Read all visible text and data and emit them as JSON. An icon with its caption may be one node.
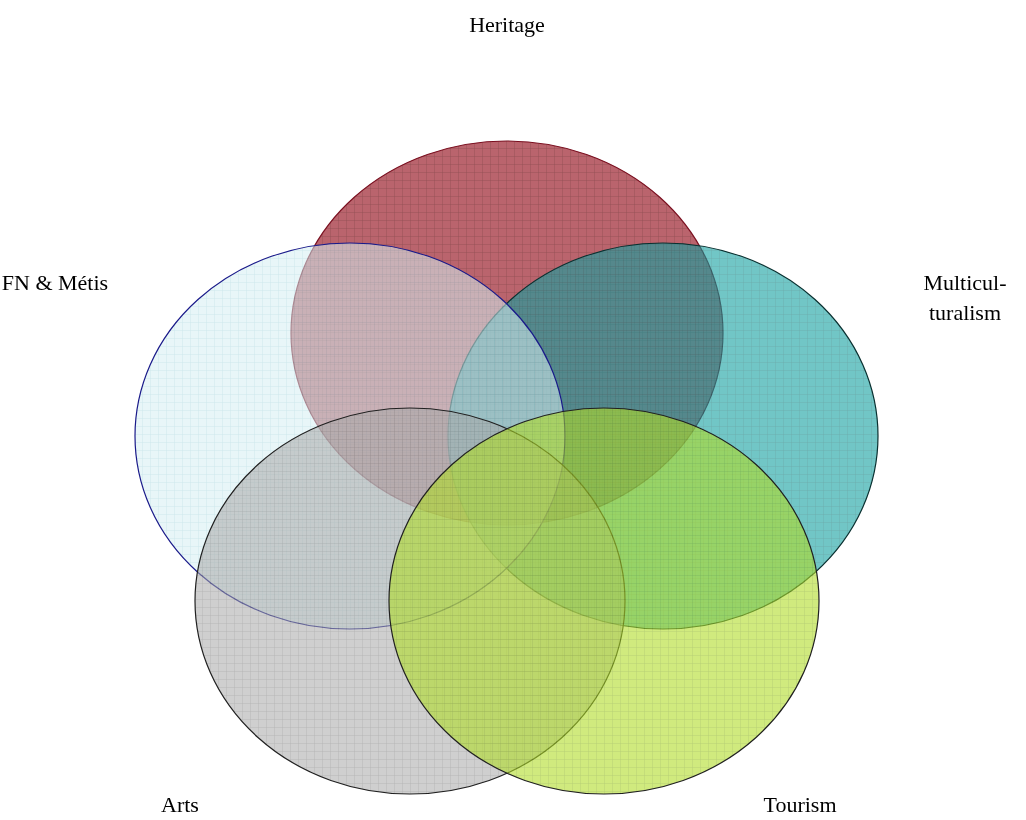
{
  "diagram": {
    "nodes": [
      {
        "text": [
          "Heritage"
        ]
      },
      {
        "text": [
          "FN & Métis"
        ]
      },
      {
        "text": [
          "Multicul- turalism"
        ]
      },
      {
        "text": [
          "Arts"
        ]
      },
      {
        "text": [
          "Tourism"
        ]
      }
    ]
  }
}
